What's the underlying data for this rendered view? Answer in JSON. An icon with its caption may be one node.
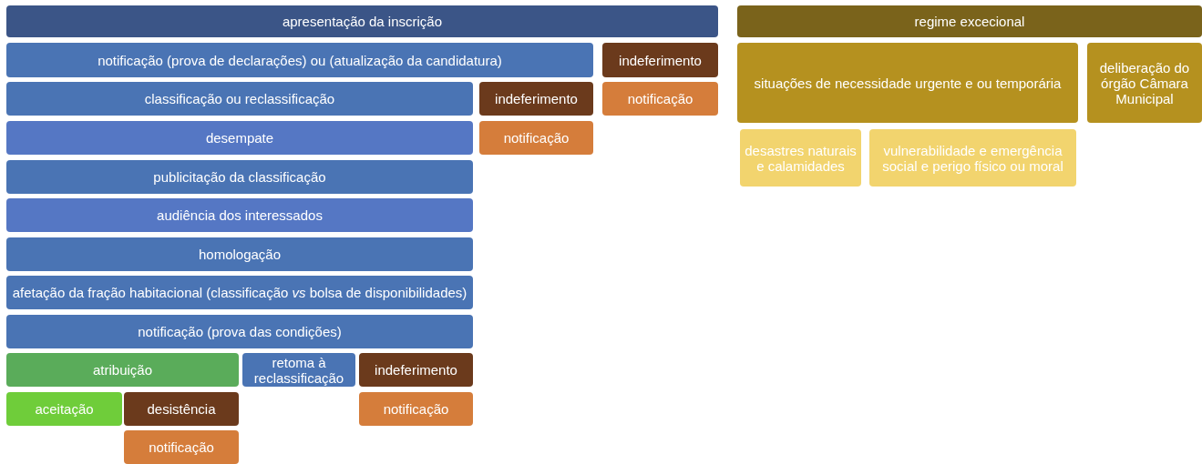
{
  "diagram": {
    "nodes": [
      {
        "text": [
          "apresentação da inscrição"
        ]
      },
      {
        "text": [
          "regime excecional"
        ]
      },
      {
        "text": [
          "notificação (prova de declarações) ou (atualização da candidatura)"
        ]
      },
      {
        "text": [
          "indeferimento"
        ]
      },
      {
        "text": [
          "classificação ou reclassificação"
        ]
      },
      {
        "text": [
          "indeferimento"
        ]
      },
      {
        "text": [
          "notificação"
        ]
      },
      {
        "text": [
          "situações de necessidade urgente e ou temporária"
        ]
      },
      {
        "text": [
          "deliberação do órgão Câmara Municipal"
        ]
      },
      {
        "text": [
          "desempate"
        ]
      },
      {
        "text": [
          "notificação"
        ]
      },
      {
        "text": [
          "desastres naturais e calamidades"
        ]
      },
      {
        "text": [
          "vulnerabilidade e emergência social e perigo físico ou moral"
        ]
      },
      {
        "text": [
          "publicitação da classificação"
        ]
      },
      {
        "text": [
          "audiência dos interessados"
        ]
      },
      {
        "text": [
          "homologação"
        ]
      },
      {
        "text": [
          "afetação da fração habitacional (classificação *vs* bolsa de disponibilidades)"
        ]
      },
      {
        "text": [
          "notificação (prova das condições)"
        ]
      },
      {
        "text": [
          "atribuição"
        ]
      },
      {
        "text": [
          "retoma à reclassificação"
        ]
      },
      {
        "text": [
          "indeferimento"
        ]
      },
      {
        "text": [
          "aceitação"
        ]
      },
      {
        "text": [
          "desistência"
        ]
      },
      {
        "text": [
          "notificação"
        ]
      },
      {
        "text": [
          "notificação"
        ]
      }
    ],
    "edges": []
  }
}
